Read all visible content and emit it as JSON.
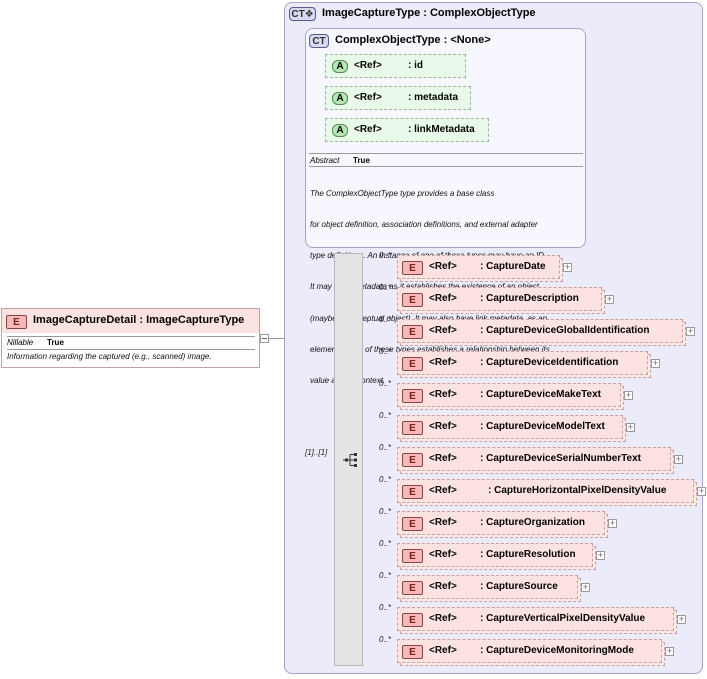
{
  "root_element": {
    "badge": "E",
    "title": "ImageCaptureDetail : ImageCaptureType",
    "nillable_label": "Nillable",
    "nillable_value": "True",
    "documentation": "Information regarding the captured (e.g., scanned) image."
  },
  "complex_type": {
    "badge": "CT",
    "title": "ImageCaptureType : ComplexObjectType"
  },
  "base_type": {
    "badge": "CT",
    "title": "ComplexObjectType : <None>",
    "attributes": [
      {
        "badge": "A",
        "ref": "<Ref>",
        "name": ": id"
      },
      {
        "badge": "A",
        "ref": "<Ref>",
        "name": ": metadata"
      },
      {
        "badge": "A",
        "ref": "<Ref>",
        "name": ": linkMetadata"
      }
    ],
    "abstract_label": "Abstract",
    "abstract_value": "True",
    "documentation_lines": [
      "The ComplexObjectType type provides a base class",
      "for object definition, association definitions, and external adapter",
      "type definitions. An instance of one of these types may have an ID.",
      "It may have metadata as it establishes the existence of an object",
      "(maybe a conceptual object). It may also have link metadata, as an",
      "element of one of these types establishes a relationship between its",
      "value and its context."
    ]
  },
  "sequence": {
    "occurrence": "[1]..[1]"
  },
  "elements": [
    {
      "badge": "E",
      "ref": "<Ref>",
      "name": ": CaptureDate",
      "occurrence": "0..*"
    },
    {
      "badge": "E",
      "ref": "<Ref>",
      "name": ": CaptureDescription",
      "occurrence": "0..*"
    },
    {
      "badge": "E",
      "ref": "<Ref>",
      "name": ": CaptureDeviceGlobalIdentification",
      "occurrence": "0..*"
    },
    {
      "badge": "E",
      "ref": "<Ref>",
      "name": ": CaptureDeviceIdentification",
      "occurrence": "0..*"
    },
    {
      "badge": "E",
      "ref": "<Ref>",
      "name": ": CaptureDeviceMakeText",
      "occurrence": "0..*"
    },
    {
      "badge": "E",
      "ref": "<Ref>",
      "name": ": CaptureDeviceModelText",
      "occurrence": "0..*"
    },
    {
      "badge": "E",
      "ref": "<Ref>",
      "name": ": CaptureDeviceSerialNumberText",
      "occurrence": "0..*"
    },
    {
      "badge": "E",
      "ref": "<Ref>",
      "name": ": CaptureHorizontalPixelDensityValue",
      "occurrence": "0..*"
    },
    {
      "badge": "E",
      "ref": "<Ref>",
      "name": ": CaptureOrganization",
      "occurrence": "0..*"
    },
    {
      "badge": "E",
      "ref": "<Ref>",
      "name": ": CaptureResolution",
      "occurrence": "0..*"
    },
    {
      "badge": "E",
      "ref": "<Ref>",
      "name": ": CaptureSource",
      "occurrence": "0..*"
    },
    {
      "badge": "E",
      "ref": "<Ref>",
      "name": ": CaptureVerticalPixelDensityValue",
      "occurrence": "0..*"
    },
    {
      "badge": "E",
      "ref": "<Ref>",
      "name": ": CaptureDeviceMonitoringMode",
      "occurrence": "0..*"
    }
  ],
  "colors": {
    "element_fill": "#fde2e2",
    "attribute_fill": "#eafaea",
    "complex_type_fill": "#ebebf9"
  }
}
